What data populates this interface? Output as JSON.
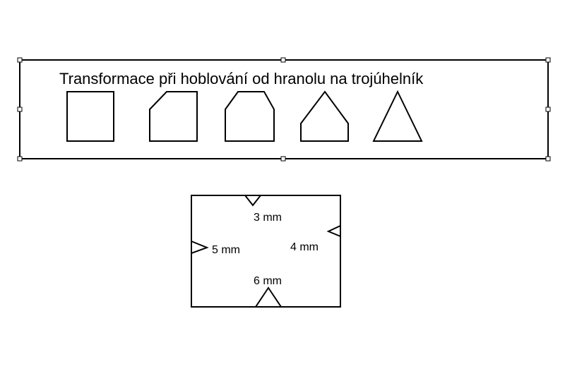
{
  "banner": {
    "title": "Transformace při hoblování od hranolu na trojúhelník",
    "stages": [
      {
        "name": "square"
      },
      {
        "name": "one-corner-chamfered"
      },
      {
        "name": "two-corners-chamfered"
      },
      {
        "name": "pentagon"
      },
      {
        "name": "triangle"
      }
    ]
  },
  "cross_section": {
    "top_label": "3 mm",
    "left_label": "5 mm",
    "right_label": "4 mm",
    "bottom_label": "6 mm"
  }
}
